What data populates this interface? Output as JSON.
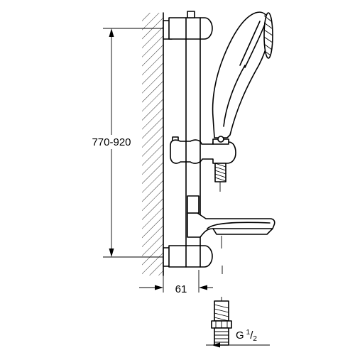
{
  "dimensions": {
    "height_range": "770-920",
    "wall_offset": "61",
    "thread": {
      "letter": "G",
      "numerator": "1",
      "slash": "/",
      "denominator": "2"
    }
  }
}
